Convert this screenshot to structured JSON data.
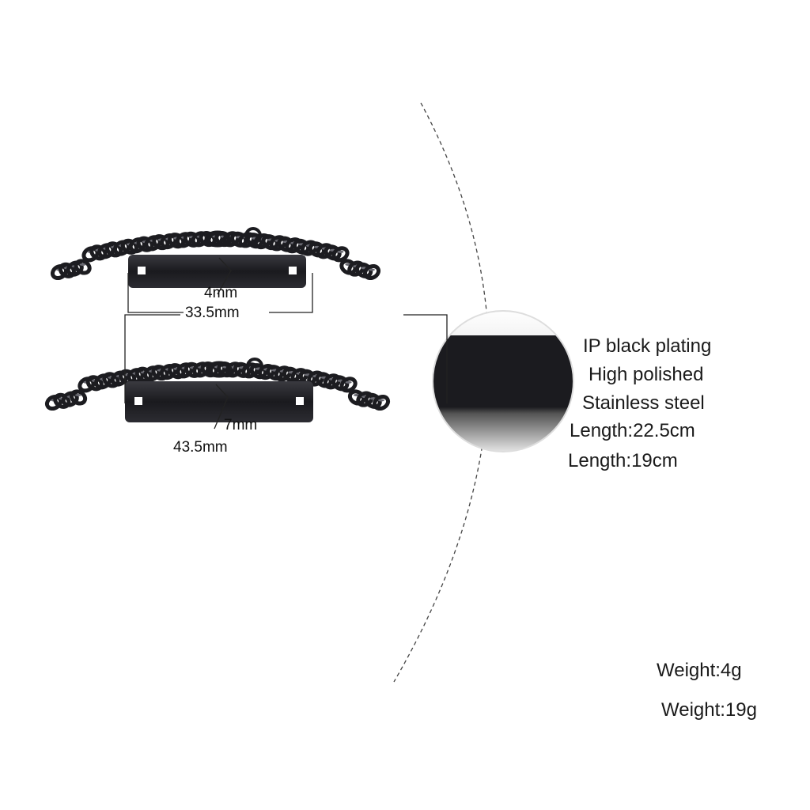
{
  "bracelets": [
    {
      "width_label": "4mm",
      "length_label": "33.5mm"
    },
    {
      "width_label": "7mm",
      "length_label": "43.5mm"
    }
  ],
  "specs": {
    "plating": "IP black plating",
    "finish": "High polished",
    "material": "Stainless steel",
    "length_large": "Length:22.5cm",
    "length_small": "Length:19cm",
    "weight_small": "Weight:4g",
    "weight_large": "Weight:19g"
  },
  "colors": {
    "metal": "#1c1c20",
    "highlight": "#6a6a72"
  }
}
